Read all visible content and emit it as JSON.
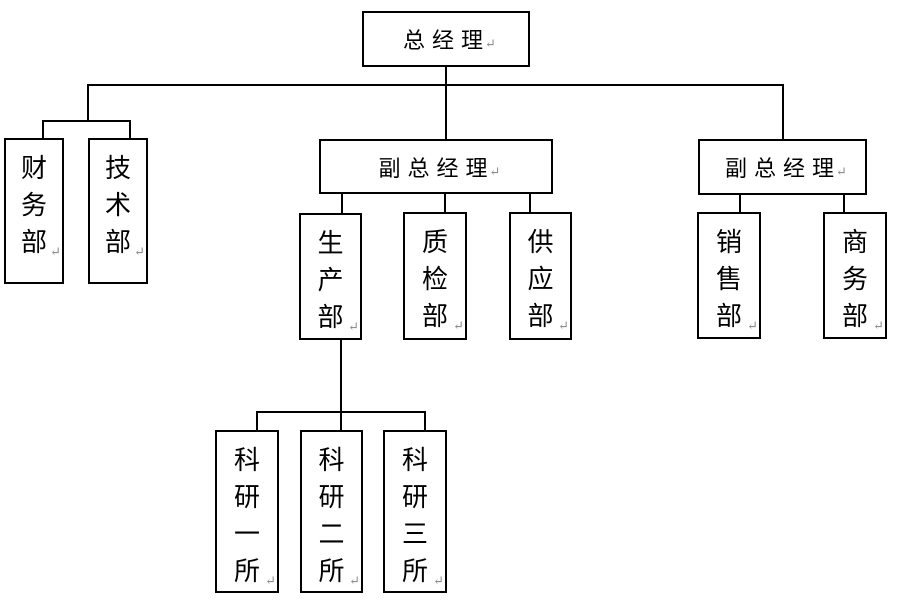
{
  "paragraph_mark": "↵",
  "colors": {
    "background": "#ffffff",
    "box_border": "#000000",
    "connector_line": "#000000",
    "text": "#000000",
    "paragraph_mark": "#8c8c8c"
  },
  "nodes": {
    "general_manager": {
      "label": "总经理"
    },
    "finance_dept": {
      "label": "财务部"
    },
    "tech_dept": {
      "label": "技术部"
    },
    "deputy_gm_1": {
      "label": "副总经理"
    },
    "deputy_gm_2": {
      "label": "副总经理"
    },
    "production_dept": {
      "label": "生产部"
    },
    "quality_dept": {
      "label": "质检部"
    },
    "supply_dept": {
      "label": "供应部"
    },
    "sales_dept": {
      "label": "销售部"
    },
    "commerce_dept": {
      "label": "商务部"
    },
    "research_institute_1": {
      "label": "科研一所"
    },
    "research_institute_2": {
      "label": "科研二所"
    },
    "research_institute_3": {
      "label": "科研三所"
    }
  },
  "tree": {
    "label": "总经理",
    "children": [
      {
        "label": "财务部"
      },
      {
        "label": "技术部"
      },
      {
        "label": "副总经理",
        "children": [
          {
            "label": "生产部",
            "children": [
              {
                "label": "科研一所"
              },
              {
                "label": "科研二所"
              },
              {
                "label": "科研三所"
              }
            ]
          },
          {
            "label": "质检部"
          },
          {
            "label": "供应部"
          }
        ]
      },
      {
        "label": "副总经理",
        "children": [
          {
            "label": "销售部"
          },
          {
            "label": "商务部"
          }
        ]
      }
    ]
  }
}
